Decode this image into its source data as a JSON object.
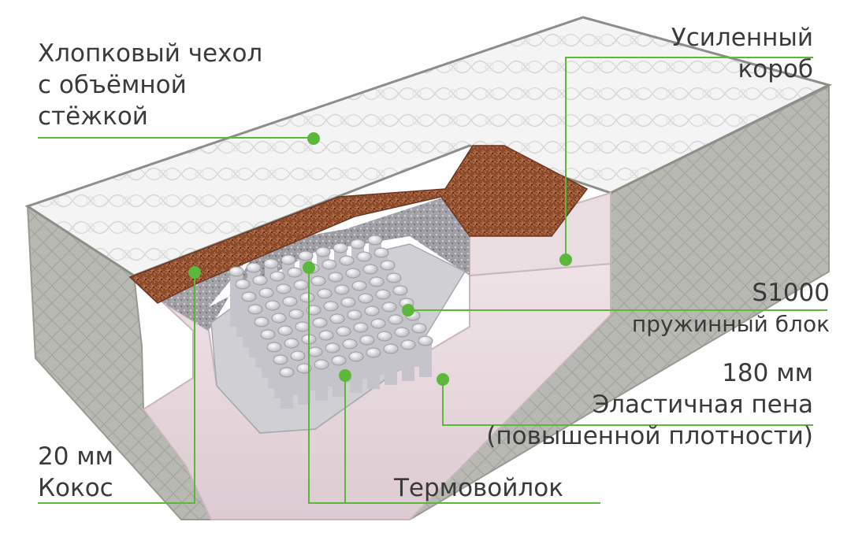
{
  "labels": {
    "cover": {
      "lines": [
        "Хлопковый чехол",
        "с объёмной",
        "стёжкой"
      ]
    },
    "box": {
      "lines": [
        "Усиленный",
        "короб"
      ]
    },
    "spring": {
      "code": "S1000",
      "text": "пружинный блок"
    },
    "foam": {
      "lines": [
        "180 мм",
        "Эластичная пена",
        "(повышенной плотности)"
      ]
    },
    "coconut": {
      "lines": [
        "20 мм",
        "Кокос"
      ]
    },
    "felt": {
      "text": "Термовойлок"
    }
  },
  "colors": {
    "leader": "#5cb83a",
    "text": "#3a3a3a",
    "cover": "#f1f1f1",
    "quilt_side": "#b7b7b1",
    "coconut": "#8a4a2a",
    "foam": "#e8d9de",
    "felt": "#9a9a9e",
    "springs": "#d9d9dc"
  }
}
